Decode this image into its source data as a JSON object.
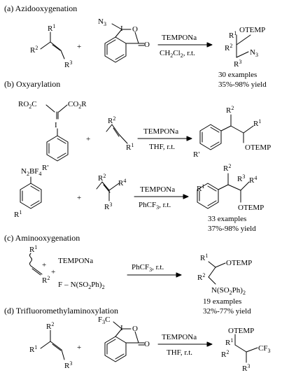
{
  "sections": {
    "a": {
      "header": "(a) Azidooxygenation",
      "reagent_top": "TEMPONa",
      "reagent_bottom": "CH2Cl2, r.t.",
      "examples": "30 examples",
      "yield": "35%-98% yield"
    },
    "b": {
      "header": "(b) Oxyarylation",
      "reagent1_top": "TEMPONa",
      "reagent1_bottom": "THF, r.t.",
      "reagent2_top": "TEMPONa",
      "reagent2_bottom": "PhCF3, r.t.",
      "examples": "33 examples",
      "yield": "37%-98% yield"
    },
    "c": {
      "header": "(c) Aminooxygenation",
      "reagent_top": "PhCF3, r.t.",
      "examples": "19 examples",
      "yield": "32%-77% yield"
    },
    "d": {
      "header": "(d) Trifluoromethylaminoxylation",
      "reagent_top": "TEMPONa",
      "reagent_bottom": "THF, r.t."
    }
  },
  "labels": {
    "plus": "+",
    "R1": "R1",
    "R2": "R2",
    "R3": "R3",
    "R4": "R4",
    "R": "R'",
    "OTEMP": "OTEMP",
    "N3": "N3",
    "I": "I",
    "O": "O",
    "N2BF4": "N2BF4",
    "TEMPONa": "TEMPONa",
    "NSO2Ph2_F": "F–N(SO2Ph)2",
    "NSO2Ph2": "N(SO2Ph)2",
    "CF3": "CF3",
    "F3C": "F3C",
    "RO2C": "RO2C",
    "CO2R": "CO2R"
  }
}
